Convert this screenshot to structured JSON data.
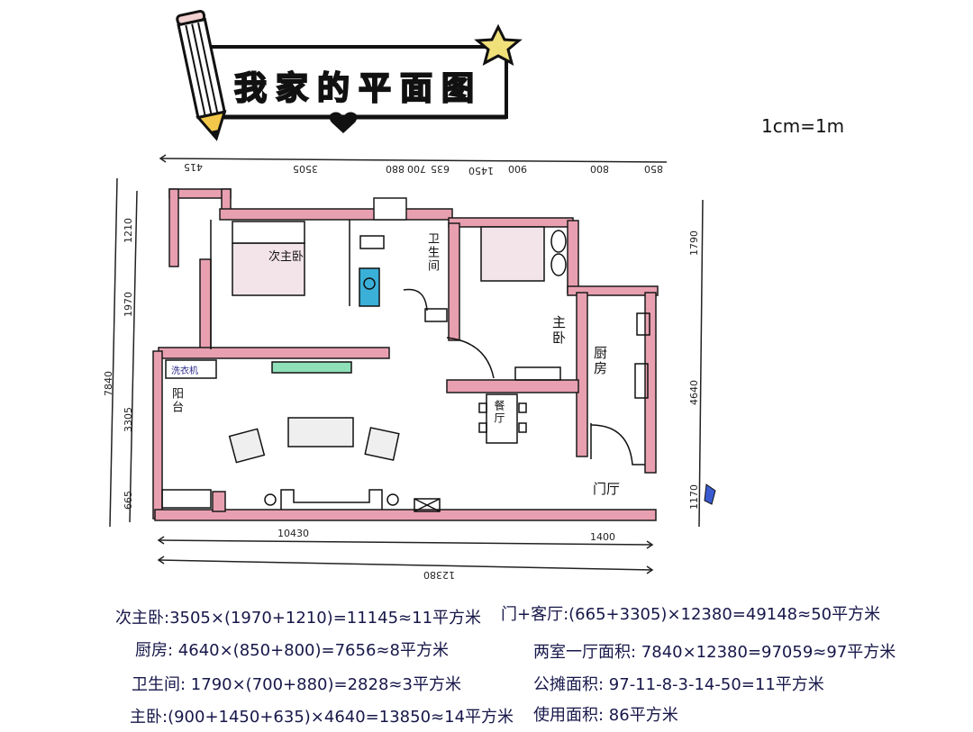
{
  "title": "我家的平面图",
  "scale_note": "1cm=1m",
  "colors": {
    "wall": "#d9607a",
    "wall_fill": "#e8a0b0",
    "ink": "#1a1a3a",
    "water": "#3ab0d8",
    "window_green": "#8fe0b8",
    "star": "#f0e07a",
    "pencil_tip": "#f3c84a"
  },
  "rooms": {
    "second_bedroom": "次主卧",
    "bathroom": "卫生间",
    "master_bedroom": "主卧",
    "kitchen": "厨房",
    "balcony": "阳台",
    "dining": "餐厅",
    "entrance": "门厅",
    "washer_label": "洗衣机"
  },
  "dimensions": {
    "top": [
      "415",
      "3505",
      "880",
      "700",
      "635",
      "1450",
      "900",
      "800",
      "850"
    ],
    "left_total": "7840",
    "left": [
      "1210",
      "1970",
      "3305",
      "665"
    ],
    "right": [
      "1790",
      "4640",
      "1170"
    ],
    "bottom_row1": [
      "10430",
      "1400"
    ],
    "bottom_total": "12380"
  },
  "calculations": {
    "left": [
      {
        "label": "次主卧",
        "expr": ":3505×(1970+1210)=11145≈11平方米"
      },
      {
        "label": "厨房",
        "expr": ": 4640×(850+800)=7656≈8平方米"
      },
      {
        "label": "卫生间",
        "expr": ": 1790×(700+880)=2828≈3平方米"
      },
      {
        "label": "主卧",
        "expr": ":(900+1450+635)×4640=13850≈14平方米"
      }
    ],
    "right": [
      {
        "label": "门+客厅",
        "expr": ":(665+3305)×12380=49148≈50平方米"
      },
      {
        "label": "两室一厅面积",
        "expr": ": 7840×12380=97059≈97平方米"
      },
      {
        "label": "公摊面积",
        "expr": ": 97-11-8-3-14-50=11平方米"
      },
      {
        "label": "使用面积",
        "expr": ": 86平方米"
      }
    ]
  }
}
